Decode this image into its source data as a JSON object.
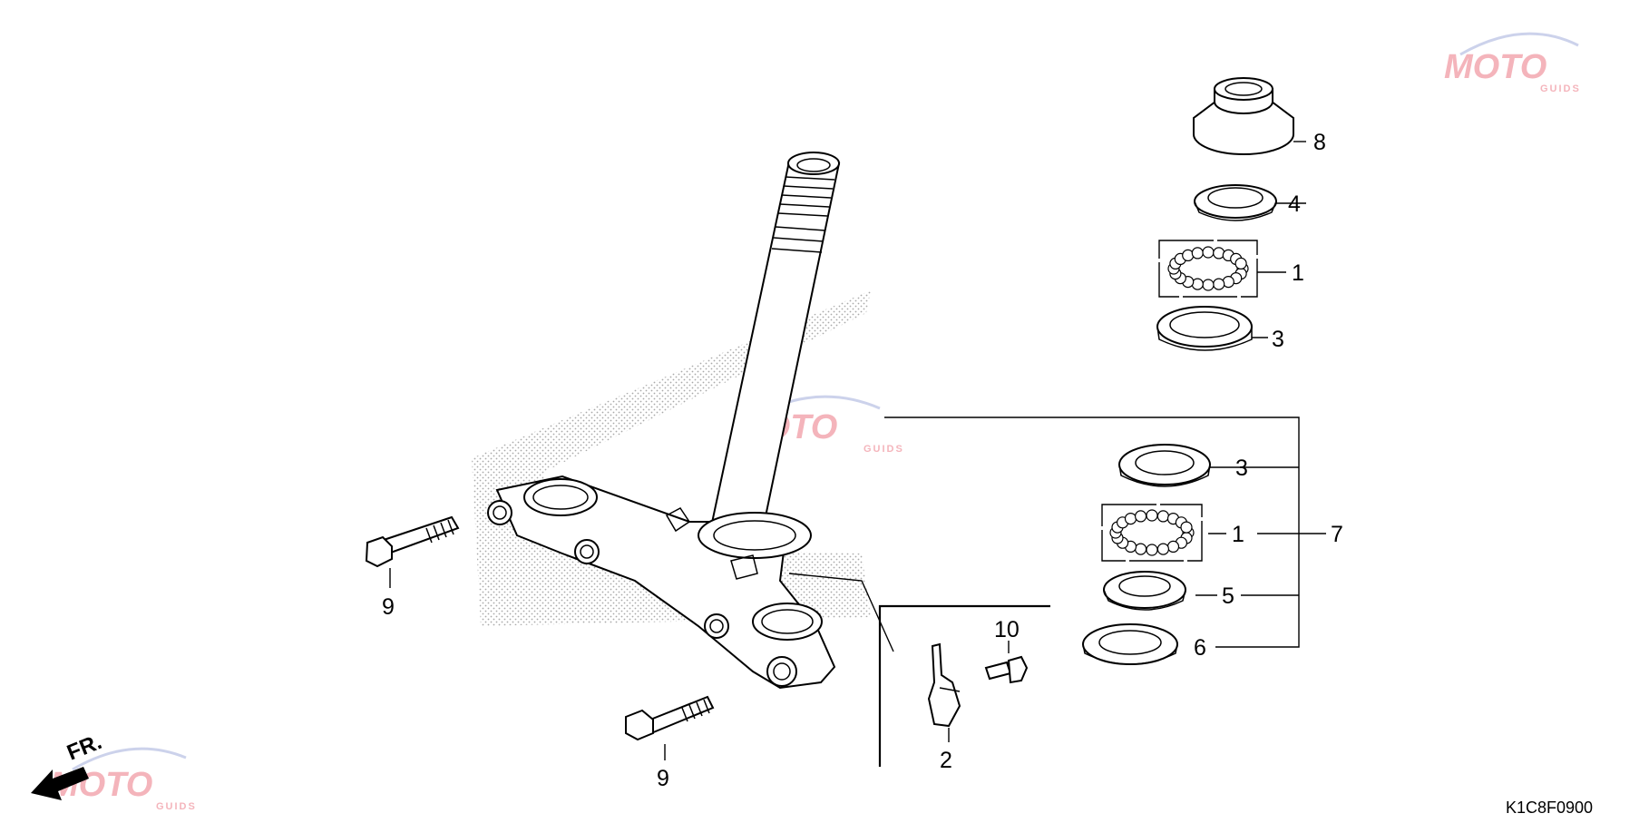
{
  "diagram": {
    "code": "K1C8F0900",
    "direction_label": "FR.",
    "watermark": {
      "brand": "MOTO",
      "sub": "GUIDS"
    },
    "callouts": {
      "c8": "8",
      "c4": "4",
      "c1_top": "1",
      "c3_top": "3",
      "c3_mid": "3",
      "c1_mid": "1",
      "c5": "5",
      "c6": "6",
      "c7": "7",
      "c10": "10",
      "c2": "2",
      "c9_left": "9",
      "c9_bottom": "9"
    }
  }
}
